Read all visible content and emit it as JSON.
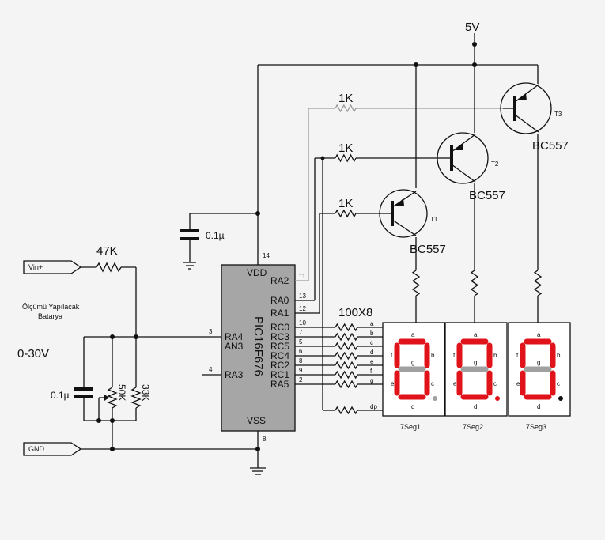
{
  "supply": "5V",
  "inputs": {
    "vin": "Vin+",
    "gnd": "GND"
  },
  "battery_label": [
    "Ölçümü Yapılacak",
    "Batarya"
  ],
  "range": "0-30V",
  "resistors": {
    "r_in": "47K",
    "pot": "50K",
    "r_div": "33K",
    "base": "1K",
    "seg_array": "100X8"
  },
  "capacitors": {
    "vdd": "0.1µ",
    "input": "0.1µ"
  },
  "mcu": {
    "part": "PIC16F676",
    "left_pins": [
      {
        "num": "3",
        "label": "RA4"
      },
      {
        "num": "",
        "label": "AN3"
      },
      {
        "num": "4",
        "label": "RA3"
      }
    ],
    "right_pins": [
      {
        "num": "11",
        "label": "RA2"
      },
      {
        "num": "13",
        "label": "RA0"
      },
      {
        "num": "12",
        "label": "RA1"
      },
      {
        "num": "10",
        "label": "RC0"
      },
      {
        "num": "7",
        "label": "RC3"
      },
      {
        "num": "5",
        "label": "RC5"
      },
      {
        "num": "6",
        "label": "RC4"
      },
      {
        "num": "8",
        "label": "RC2"
      },
      {
        "num": "9",
        "label": "RC1"
      },
      {
        "num": "2",
        "label": "RA5"
      }
    ],
    "vdd": {
      "label": "VDD",
      "pin": "14"
    },
    "vss": {
      "label": "VSS",
      "pin": "8"
    }
  },
  "transistors": [
    {
      "ref": "T1",
      "type": "BC557"
    },
    {
      "ref": "T2",
      "type": "BC557"
    },
    {
      "ref": "T3",
      "type": "BC557"
    }
  ],
  "segment_letters": [
    "a",
    "b",
    "c",
    "d",
    "e",
    "f",
    "g",
    "dp"
  ],
  "displays": [
    {
      "name": "7Seg1"
    },
    {
      "name": "7Seg2"
    },
    {
      "name": "7Seg3"
    }
  ],
  "colors": {
    "segment_on": "#e0131a",
    "segment_off": "#a0a0a0",
    "display_bg": "#ffffff",
    "ic_fill": "#a6a6a6"
  }
}
